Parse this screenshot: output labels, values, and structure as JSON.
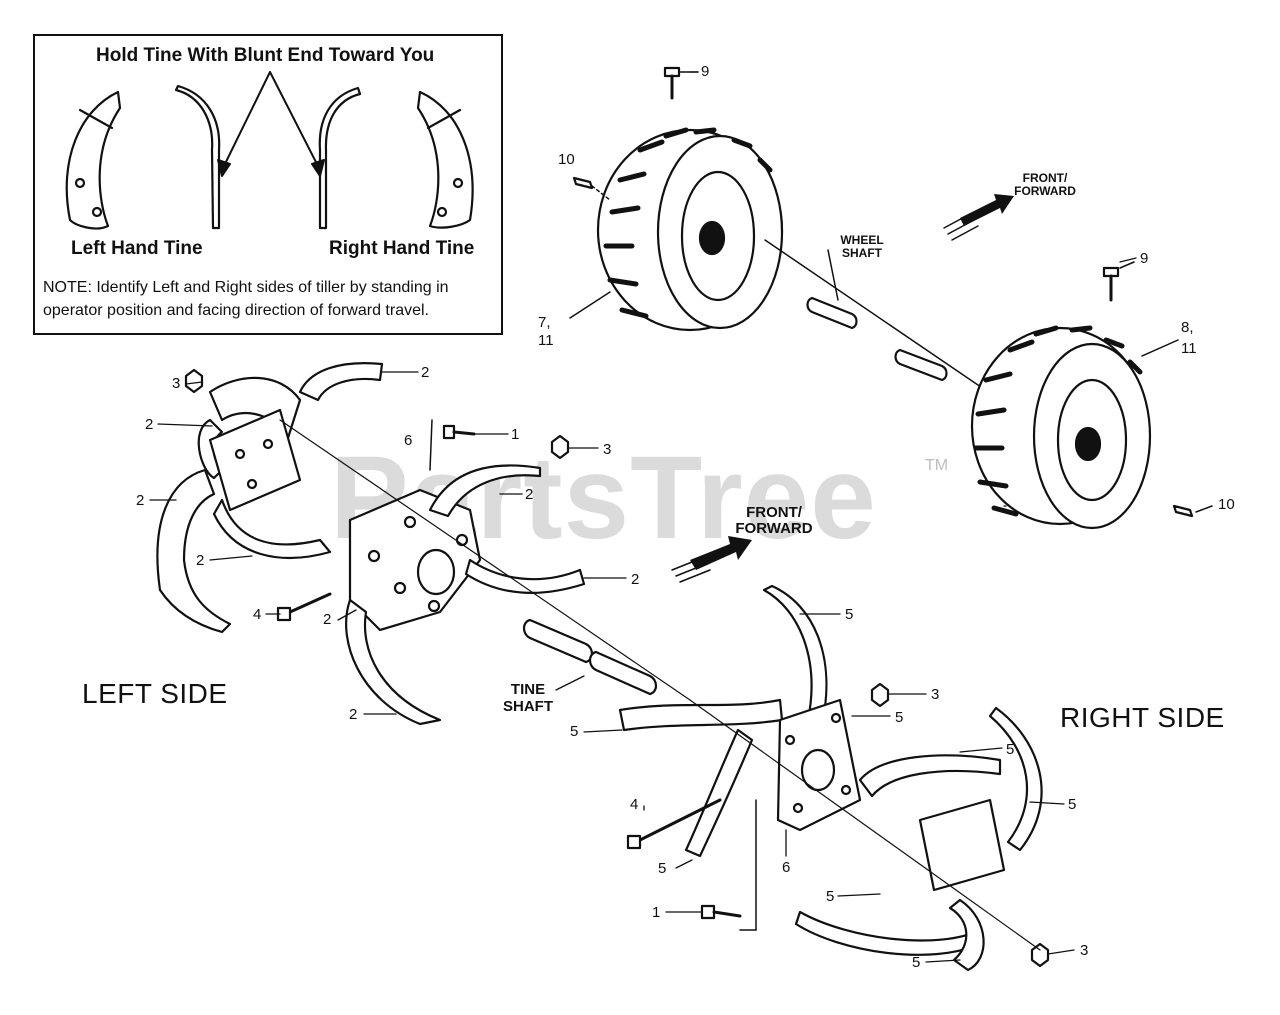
{
  "watermark": {
    "text": "PartsTree",
    "tm": "TM"
  },
  "inset": {
    "title": "Hold Tine With Blunt End Toward You",
    "left_label": "Left Hand Tine",
    "right_label": "Right Hand Tine",
    "note_line1": "NOTE: Identify Left and Right sides of tiller by standing in",
    "note_line2": "operator position and facing direction of forward travel."
  },
  "labels": {
    "left_side": "LEFT SIDE",
    "right_side": "RIGHT SIDE",
    "front_forward_top_line1": "FRONT/",
    "front_forward_top_line2": "FORWARD",
    "front_forward_mid_line1": "FRONT/",
    "front_forward_mid_line2": "FORWARD",
    "wheel_shaft_line1": "WHEEL",
    "wheel_shaft_line2": "SHAFT",
    "tine_shaft_line1": "TINE",
    "tine_shaft_line2": "SHAFT"
  },
  "callouts": {
    "c9_top": "9",
    "c10_top": "10",
    "c7_11_a": "7,",
    "c7_11_b": "11",
    "c9_right": "9",
    "c8_11_a": "8,",
    "c8_11_b": "11",
    "c10_right": "10",
    "c3_left": "3",
    "c2_top": "2",
    "c2_a": "2",
    "c1_top": "1",
    "c6_top": "6",
    "c3_mid": "3",
    "c2_b": "2",
    "c2_c": "2",
    "c2_d": "2",
    "c2_e": "2",
    "c4_left": "4",
    "c2_f": "2",
    "c2_g": "2",
    "c5_a": "5",
    "c3_right": "3",
    "c5_b": "5",
    "c5_c": "5",
    "c5_d": "5",
    "c5_e": "5",
    "c4_right": "4",
    "c5_f": "5",
    "c6_bottom": "6",
    "c5_g": "5",
    "c1_bottom": "1",
    "c5_h": "5",
    "c3_bottom": "3"
  }
}
